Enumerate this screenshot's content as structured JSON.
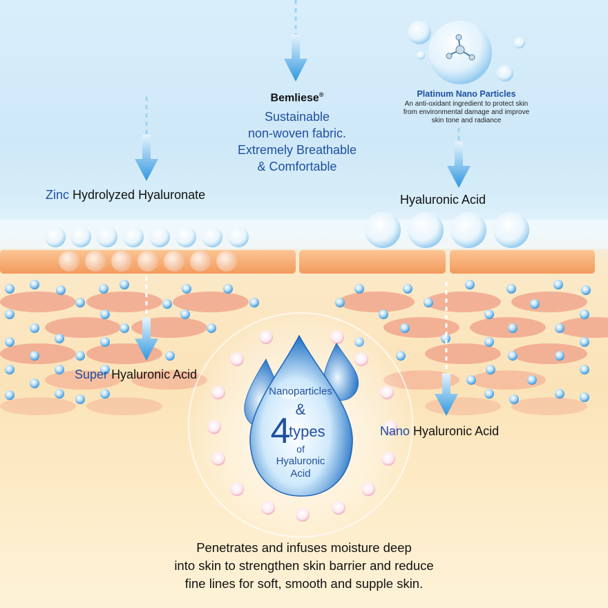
{
  "labels": {
    "zinc_prefix": "Zinc",
    "zinc_suffix": "Hydrolyzed Hyaluronate",
    "hyaluronic_acid": "Hyaluronic Acid",
    "super_prefix": "Super",
    "super_suffix": "Hyaluronic Acid",
    "nano_prefix": "Nano",
    "nano_suffix": "Hyaluronic Acid"
  },
  "bemliese": {
    "title": "Bemliese",
    "reg_mark": "®",
    "line1": "Sustainable",
    "line2": "non-woven fabric.",
    "line3": "Extremely Breathable",
    "line4": "& Comfortable"
  },
  "platinum": {
    "title": "Platinum Nano Particles",
    "line1": "An anti-oxidant ingredient to protect skin",
    "line2": "from environmental damage and improve",
    "line3": "skin tone and radiance"
  },
  "center_drop": {
    "line1": "Nanoparticles",
    "line2": "&",
    "number": "4",
    "line3": "types",
    "line4": "of",
    "line5": "Hyaluronic",
    "line6": "Acid"
  },
  "footer": {
    "line1": "Penetrates and infuses moisture deep",
    "line2": "into skin to strengthen skin barrier and reduce",
    "line3": "fine lines for soft, smooth and supple skin."
  },
  "colors": {
    "accent_blue": "#1f4fa0",
    "arrow_blue": "#3ba3e3",
    "skin_layer": "#f6b07e",
    "cell_pink": "#f2a88e",
    "molecule_blue": "#5fb2e8"
  }
}
